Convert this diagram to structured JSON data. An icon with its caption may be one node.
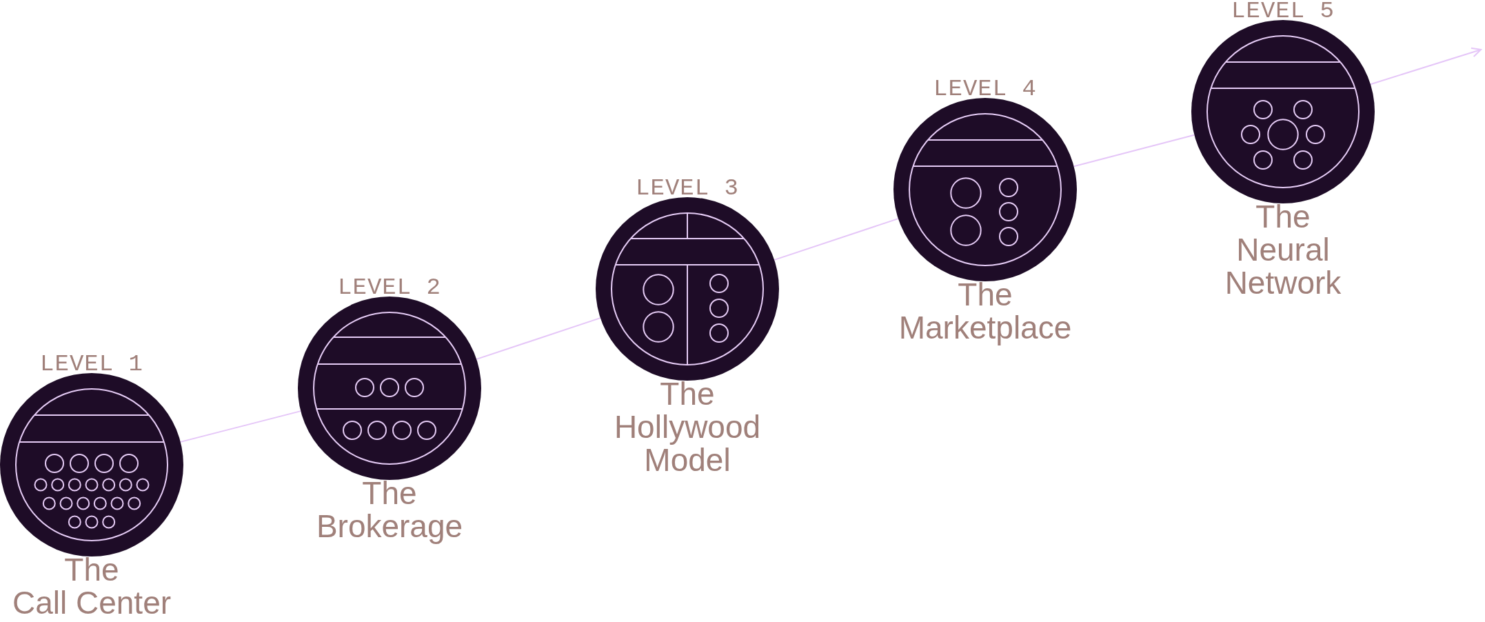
{
  "diagram": {
    "nodes": [
      {
        "text": [
          "LEVEL 1",
          "The Call Center"
        ]
      },
      {
        "text": [
          "LEVEL 2",
          "The Brokerage"
        ]
      },
      {
        "text": [
          "LEVEL 3",
          "The Hollywood Model"
        ]
      },
      {
        "text": [
          "LEVEL 4",
          "The Marketplace"
        ]
      },
      {
        "text": [
          "LEVEL 5",
          "The Neural Network"
        ]
      }
    ],
    "edges": [
      {
        "from": 0,
        "to": 1,
        "arrow": "none"
      },
      {
        "from": 1,
        "to": 2,
        "arrow": "none"
      },
      {
        "from": 2,
        "to": 3,
        "arrow": "none"
      },
      {
        "from": 3,
        "to": 4,
        "arrow": "none"
      },
      {
        "from": 4,
        "to": null,
        "arrow": "to"
      }
    ]
  }
}
